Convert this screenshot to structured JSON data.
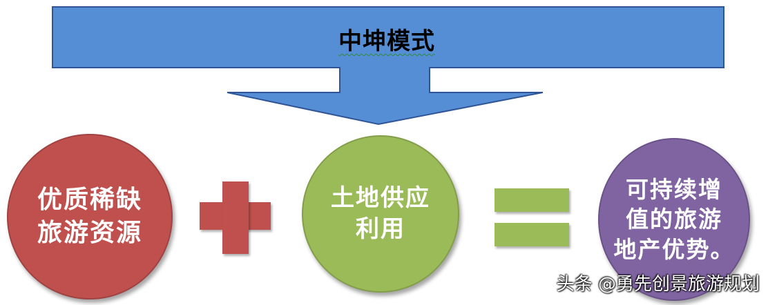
{
  "diagram": {
    "title": "中坤模式",
    "colors": {
      "arrow_fill": "#558ed5",
      "arrow_stroke": "#2f5597",
      "red": "#c0504d",
      "green": "#9bbb59",
      "purple": "#8064a2"
    },
    "circles": [
      {
        "text": "优质稀缺\n旅游资源"
      },
      {
        "text": "土地供应\n利用"
      },
      {
        "text": "可持续增\n值的旅游\n地产优势。"
      }
    ],
    "operators": {
      "plus": "plus-icon",
      "equals": "equals-icon"
    }
  },
  "watermark": "头条 @勇先创景旅游规划"
}
